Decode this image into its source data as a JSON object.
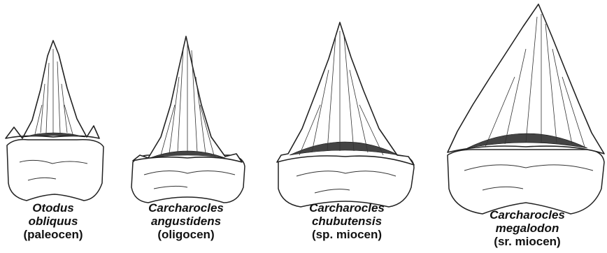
{
  "teeth": [
    {
      "species_line1": "Otodus",
      "species_line2": "obliquus",
      "epoch": "(paleocen)"
    },
    {
      "species_line1": "Carcharocles",
      "species_line2": "angustidens",
      "epoch": "(oligocen)"
    },
    {
      "species_line1": "Carcharocles",
      "species_line2": "chubutensis",
      "epoch": "(sp. miocen)"
    },
    {
      "species_line1": "Carcharocles",
      "species_line2": "megalodon",
      "epoch": "(sr. miocen)"
    }
  ]
}
